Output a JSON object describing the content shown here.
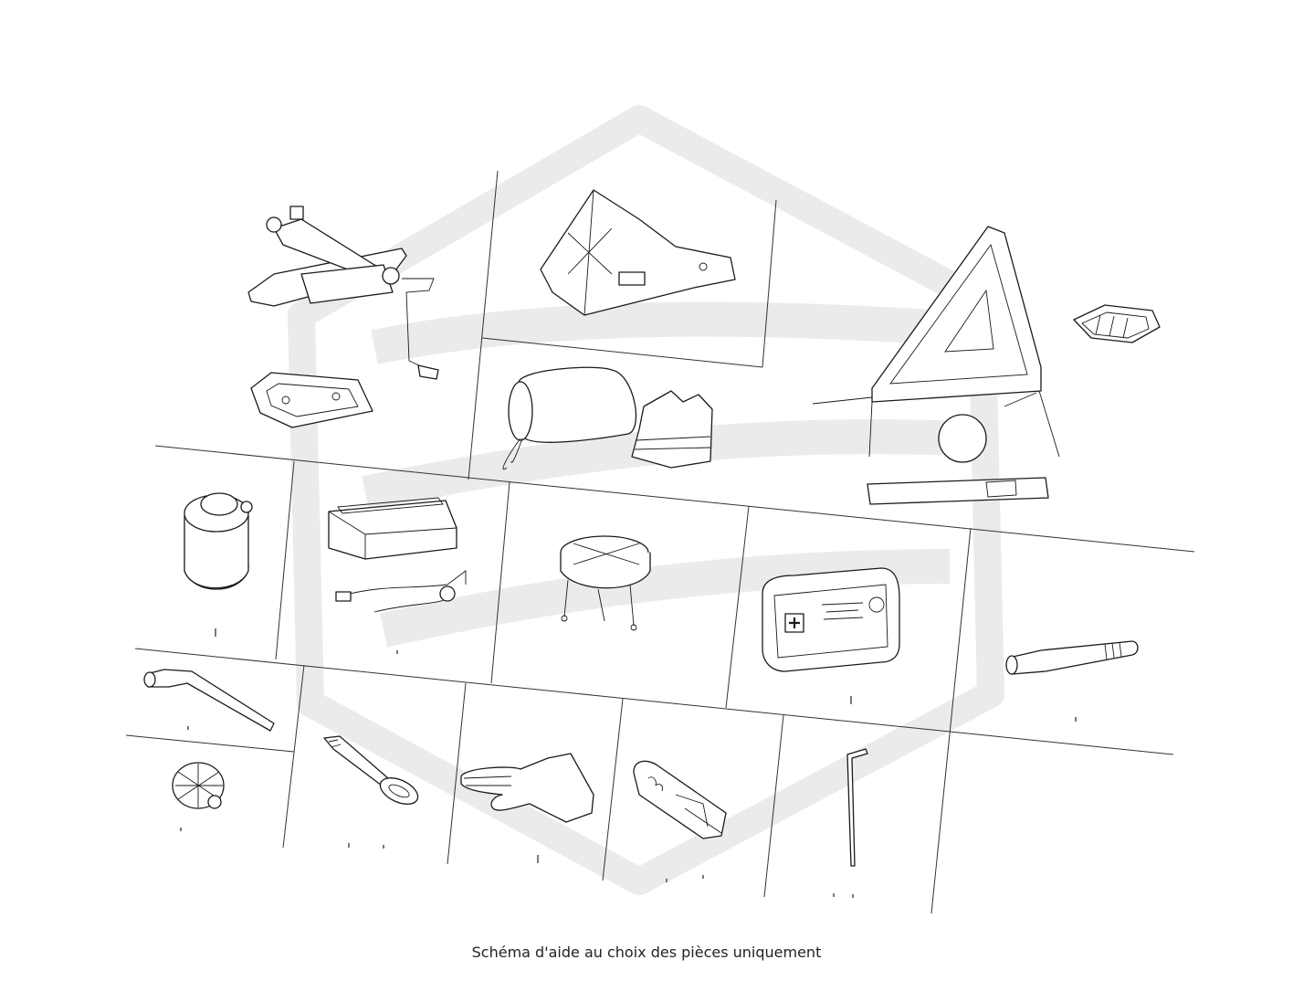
{
  "caption": "Schéma d'aide au choix des pièces uniquement",
  "colors": {
    "watermark": "#ebebeb",
    "line": "#333333",
    "background": "#ffffff"
  },
  "parts": [
    {
      "name": "scissor-jack",
      "icon": "car-jack-icon"
    },
    {
      "name": "jack-base-plate",
      "icon": "base-plate-icon"
    },
    {
      "name": "wheel-chock",
      "icon": "wheel-chock-icon"
    },
    {
      "name": "tool-bag",
      "icon": "tool-bag-icon"
    },
    {
      "name": "safety-vest",
      "icon": "safety-vest-icon"
    },
    {
      "name": "warning-triangle",
      "icon": "warning-triangle-icon"
    },
    {
      "name": "warning-triangle-bracket",
      "icon": "bracket-icon"
    },
    {
      "name": "warning-triangle-case",
      "icon": "triangle-case-icon"
    },
    {
      "name": "sealant-bottle",
      "icon": "sealant-bottle-icon"
    },
    {
      "name": "tire-inflator-compressor",
      "icon": "compressor-icon"
    },
    {
      "name": "compressor-holder",
      "icon": "compressor-holder-icon"
    },
    {
      "name": "first-aid-kit",
      "icon": "first-aid-kit-icon"
    },
    {
      "name": "flashlight",
      "icon": "flashlight-icon"
    },
    {
      "name": "lug-wrench",
      "icon": "lug-wrench-icon"
    },
    {
      "name": "wheel-bolt-cap",
      "icon": "bolt-cap-icon"
    },
    {
      "name": "towing-eye",
      "icon": "towing-eye-icon"
    },
    {
      "name": "work-glove",
      "icon": "glove-icon"
    },
    {
      "name": "fuse-puller",
      "icon": "fuse-puller-icon"
    },
    {
      "name": "allen-key",
      "icon": "allen-key-icon"
    }
  ]
}
